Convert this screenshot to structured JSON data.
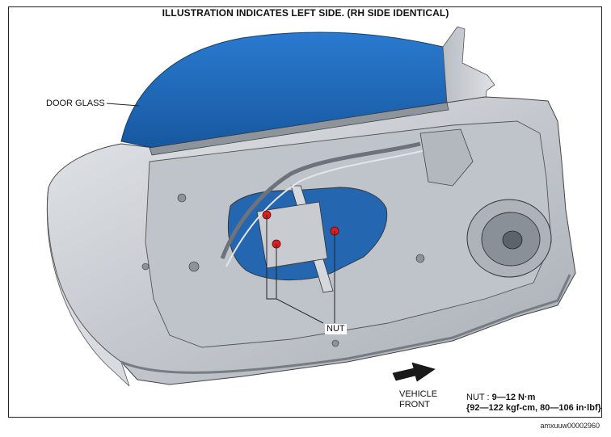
{
  "title": "ILLUSTRATION INDICATES LEFT SIDE. (RH SIDE IDENTICAL)",
  "labels": {
    "door_glass": "DOOR GLASS",
    "nut": "NUT",
    "vehicle": "VEHICLE",
    "front": "FRONT",
    "torque_prefix": "NUT : ",
    "torque_main": "9—12 N·m",
    "torque_alt": "{92—122 kgf-cm, 80—106 in·lbf}"
  },
  "figure_code": "amxuuw00002960",
  "colors": {
    "glass": "#1f6bbd",
    "panel": "#c9cdd2",
    "nut": "#d92020",
    "line": "#222222"
  }
}
